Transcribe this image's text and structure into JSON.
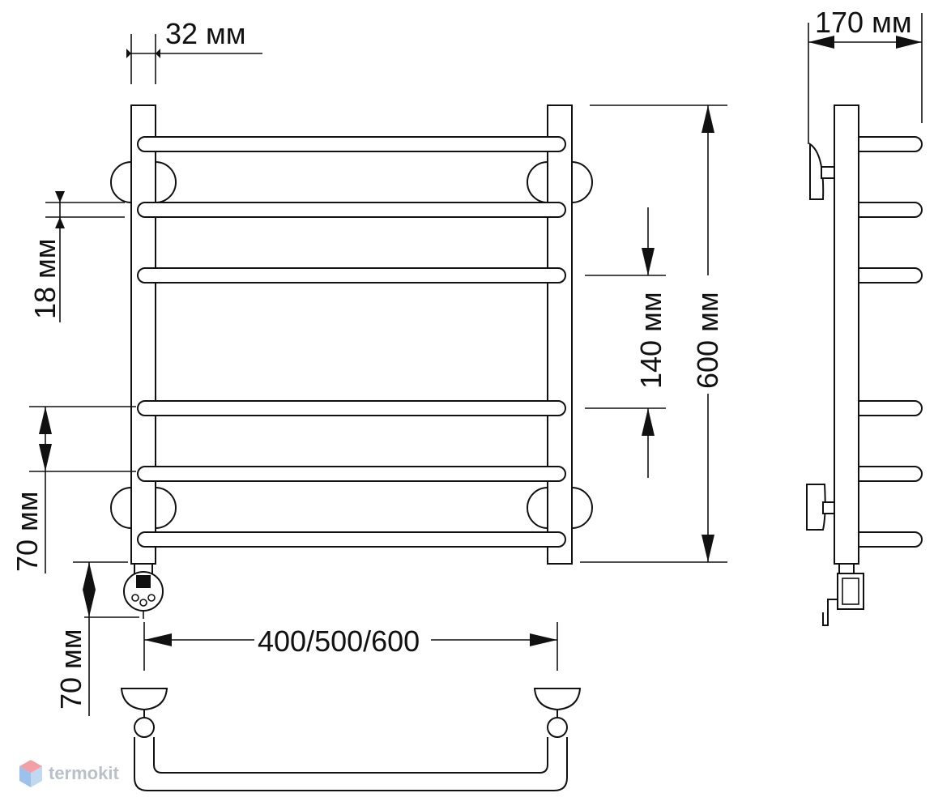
{
  "dimensions": {
    "pipe_diameter": "32 мм",
    "depth": "170 мм",
    "rung_gap": "18 мм",
    "middle_gap": "140 мм",
    "total_height": "600 мм",
    "lower_gap": "70 мм",
    "heater_offset": "70 мм",
    "width_options": "400/500/600"
  },
  "watermark": {
    "text": "termokit",
    "colors": {
      "top": "#e8505b",
      "bottom": "#4a90d9"
    }
  }
}
